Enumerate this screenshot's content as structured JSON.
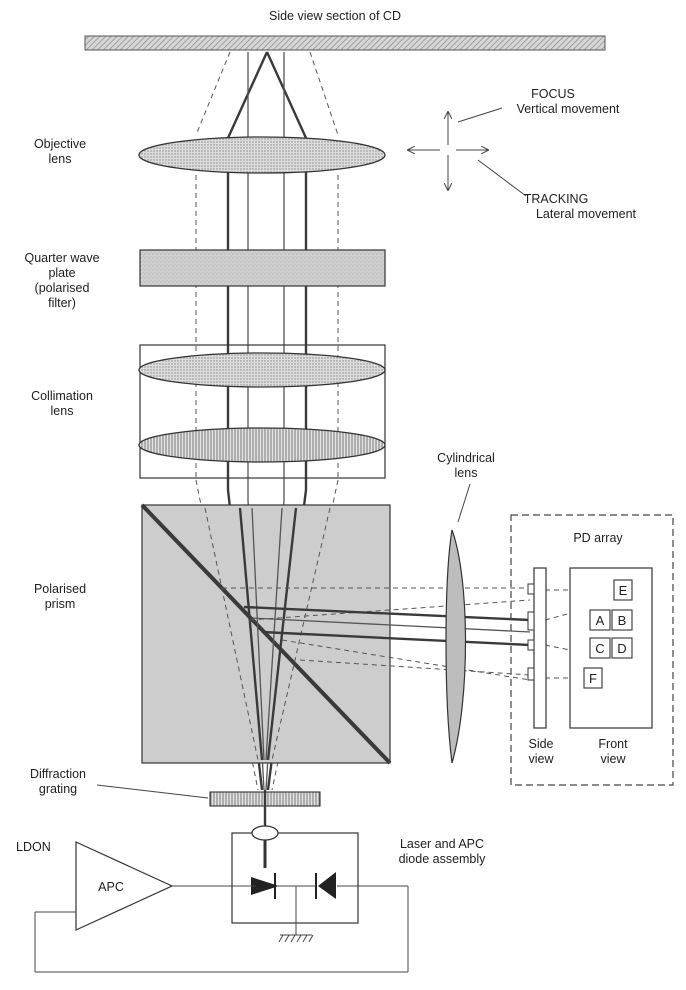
{
  "diagram": {
    "cd_label": "Side view section of CD",
    "objective_lens": "Objective\nlens",
    "quarter_wave_plate": "Quarter wave\nplate\n(polarised\nfilter)",
    "collimation_lens": "Collimation\nlens",
    "polarised_prism": "Polarised\nprism",
    "diffraction_grating": "Diffraction\ngrating",
    "ldon": "LDON",
    "apc": "APC",
    "laser_assembly": "Laser and APC\ndiode assembly",
    "cylindrical_lens": "Cylindrical\nlens",
    "pd_array": "PD array",
    "side_view": "Side\nview",
    "front_view": "Front\nview",
    "focus": "FOCUS",
    "focus_desc": "Vertical movement",
    "tracking": "TRACKING",
    "tracking_desc": "Lateral movement",
    "segments": [
      "E",
      "A",
      "B",
      "C",
      "D",
      "F"
    ]
  },
  "colors": {
    "ink": "#2a2a2a",
    "shade": "#c8c8c8"
  }
}
